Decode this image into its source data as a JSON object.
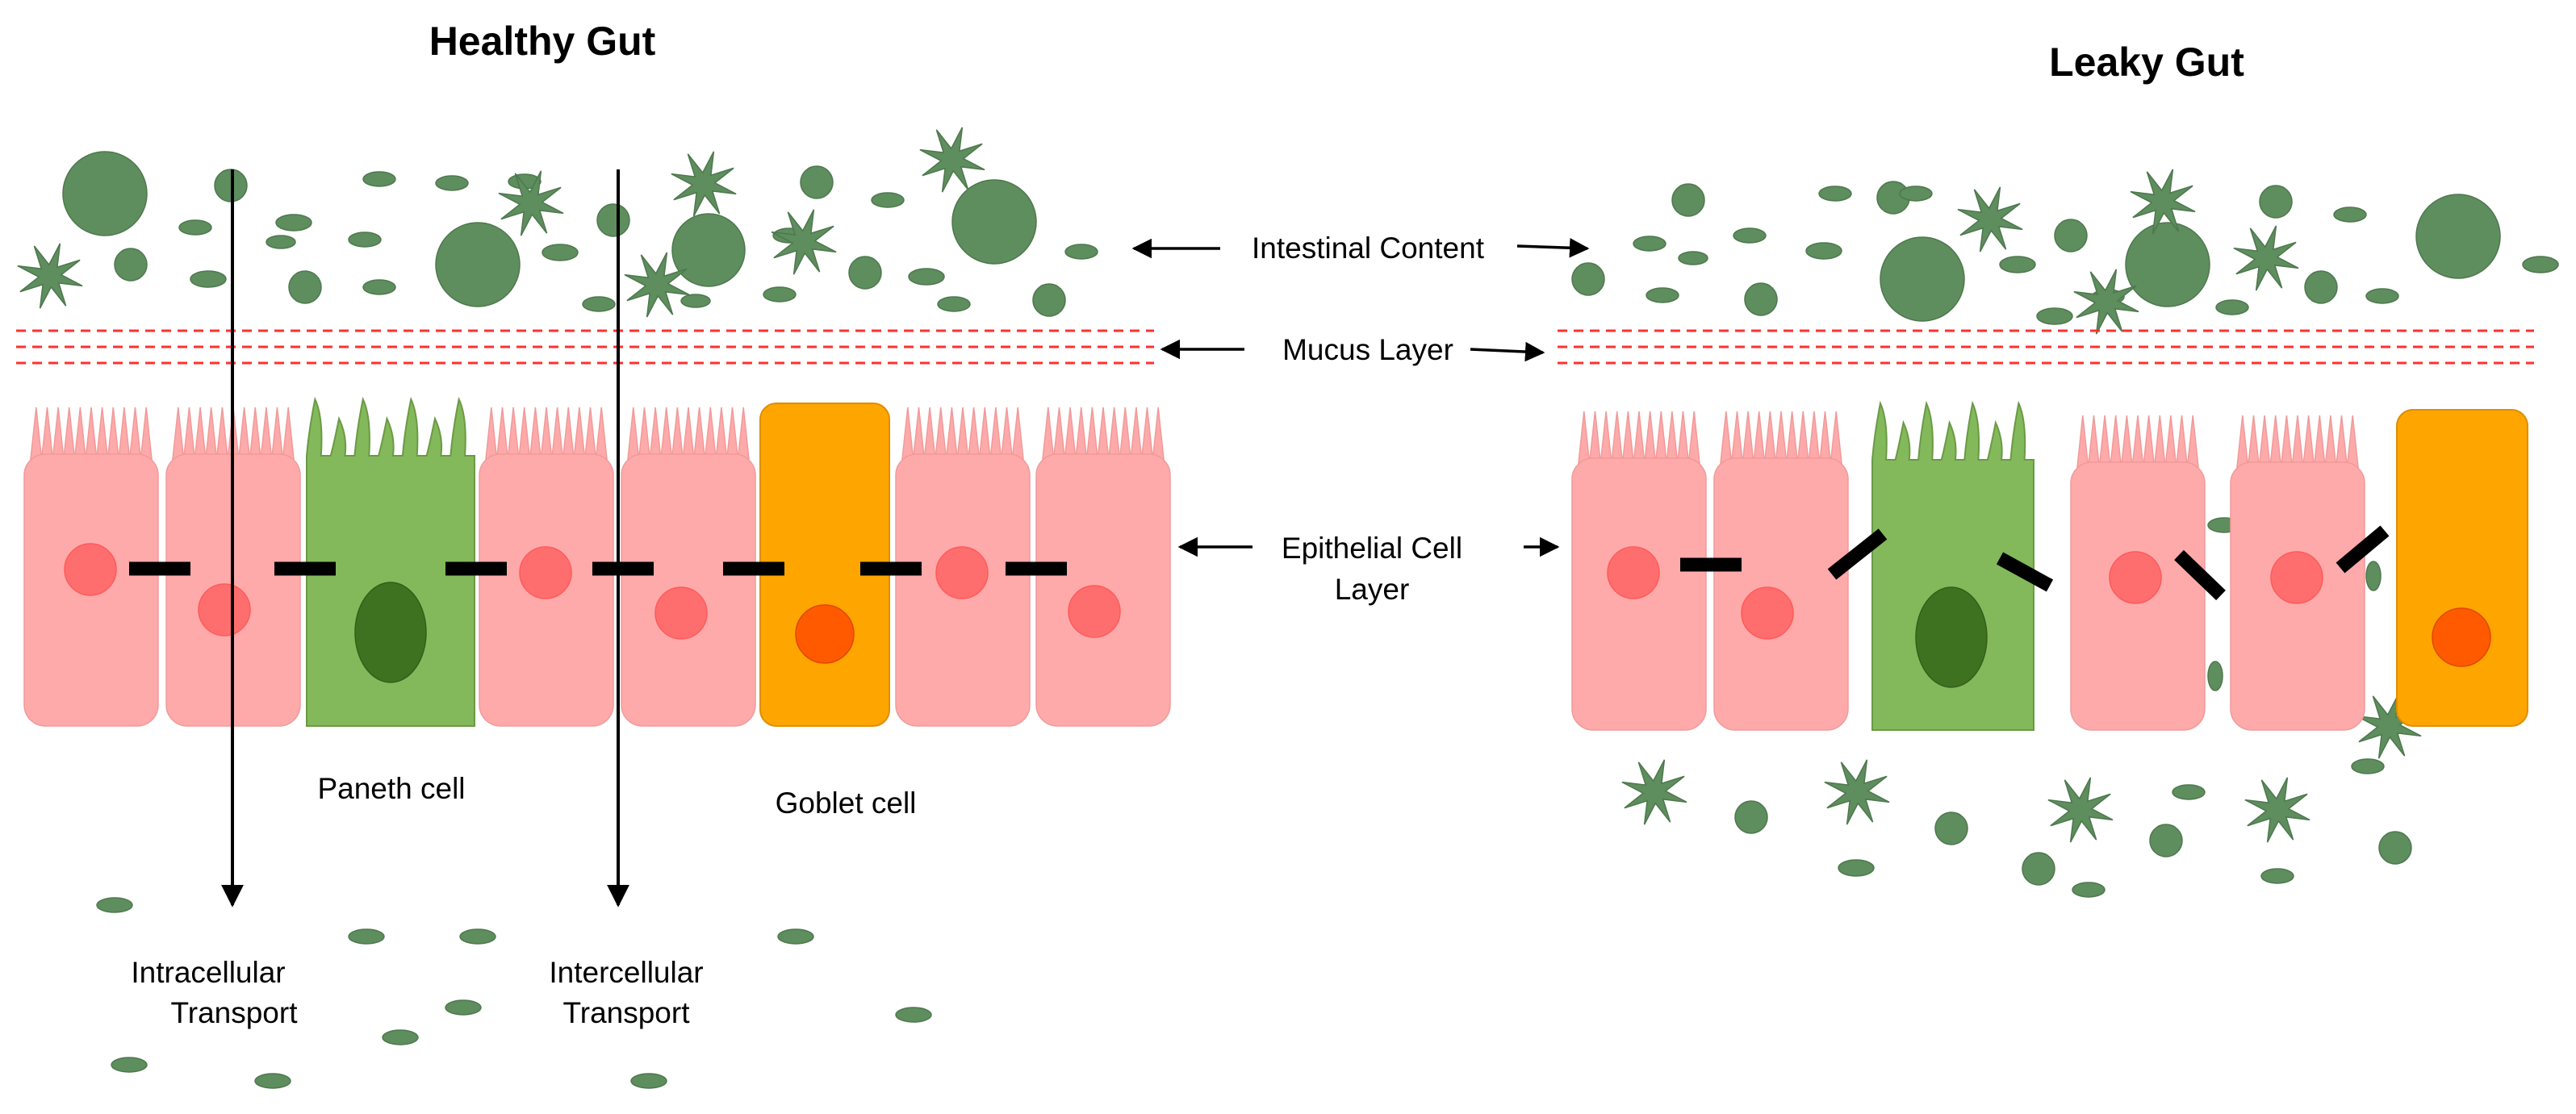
{
  "titles": {
    "healthy": "Healthy Gut",
    "leaky": "Leaky Gut"
  },
  "labels": {
    "intestinal_content": "Intestinal Content",
    "mucus_layer": "Mucus Layer",
    "epithelial_line1": "Epithelial Cell",
    "epithelial_line2": "Layer",
    "paneth": "Paneth cell",
    "goblet": "Goblet cell",
    "intracellular_line1": "Intracellular",
    "intracellular_line2": "Transport",
    "intercellular_line1": "Intercellular",
    "intercellular_line2": "Transport"
  },
  "colors": {
    "particle": "#5e8d5e",
    "particle_stroke": "#4e784e",
    "enterocyte": "#ffaaaa",
    "enterocyte_stroke": "#f09a9a",
    "nucleus": "#ff6e6e",
    "paneth": "#83b95a",
    "paneth_stroke": "#6a9a45",
    "paneth_nucleus": "#3f7220",
    "goblet": "#ffa500",
    "goblet_stroke": "#e08e00",
    "goblet_nucleus": "#ff5a00",
    "mucus": "#ff3030",
    "junction": "#000000"
  }
}
